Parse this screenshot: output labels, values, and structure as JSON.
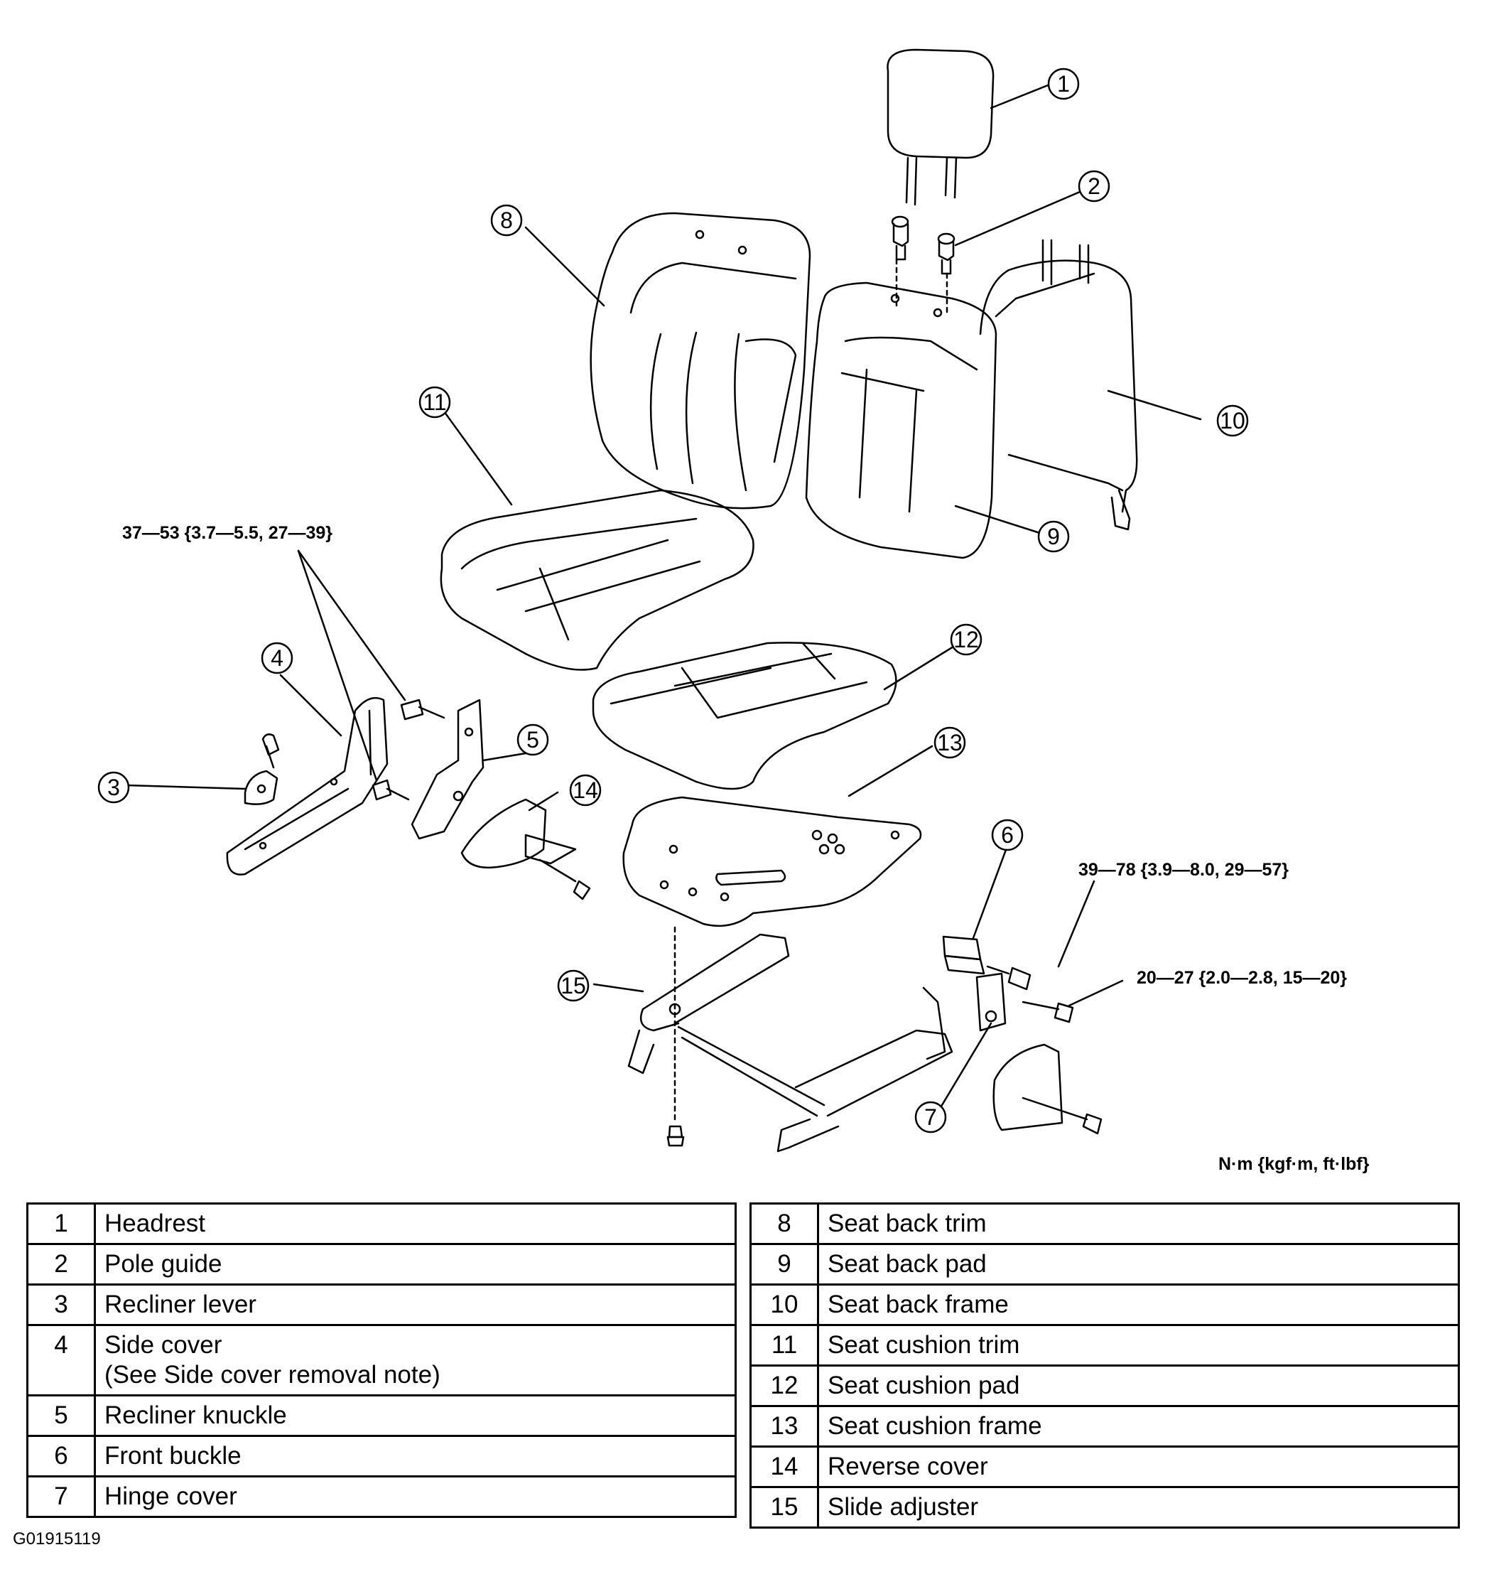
{
  "callouts": [
    "1",
    "2",
    "3",
    "4",
    "5",
    "6",
    "7",
    "8",
    "9",
    "10",
    "11",
    "12",
    "13",
    "14",
    "15"
  ],
  "torque_specs": {
    "recliner": "37—53 {3.7—5.5, 27—39}",
    "buckle": "39—78 {3.9—8.0, 29—57}",
    "hinge": "20—27 {2.0—2.8, 15—20}"
  },
  "units_note": "N·m {kgf·m, ft·lbf}",
  "parts_left": [
    {
      "num": "1",
      "name": "Headrest"
    },
    {
      "num": "2",
      "name": "Pole guide"
    },
    {
      "num": "3",
      "name": "Recliner lever"
    },
    {
      "num": "4",
      "name": "Side cover",
      "note": "(See Side cover removal note)"
    },
    {
      "num": "5",
      "name": "Recliner knuckle"
    },
    {
      "num": "6",
      "name": "Front buckle"
    },
    {
      "num": "7",
      "name": "Hinge cover"
    }
  ],
  "parts_right": [
    {
      "num": "8",
      "name": "Seat back trim"
    },
    {
      "num": "9",
      "name": "Seat back pad"
    },
    {
      "num": "10",
      "name": "Seat back frame"
    },
    {
      "num": "11",
      "name": "Seat cushion trim"
    },
    {
      "num": "12",
      "name": "Seat cushion pad"
    },
    {
      "num": "13",
      "name": "Seat cushion frame"
    },
    {
      "num": "14",
      "name": "Reverse cover"
    },
    {
      "num": "15",
      "name": "Slide adjuster"
    }
  ],
  "figure_id": "G01915119"
}
